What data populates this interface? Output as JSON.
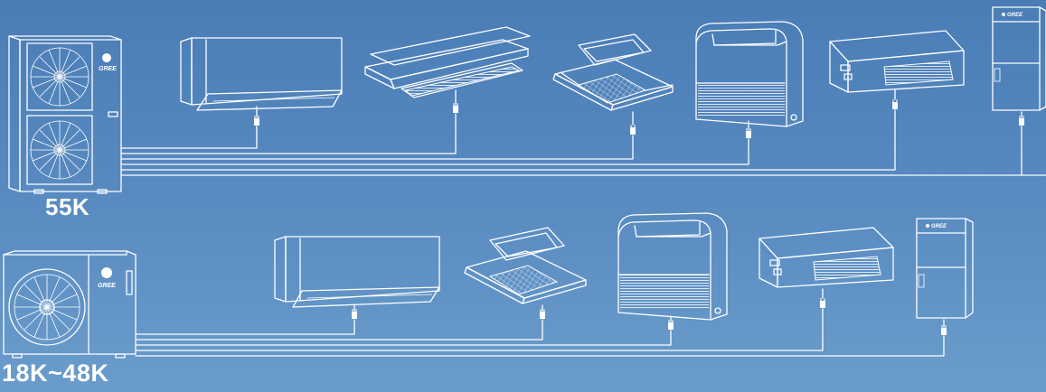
{
  "systems": [
    {
      "capacity_label": "55K",
      "outdoor_unit": {
        "type": "outdoor-unit-dual-fan",
        "brand": "GREE"
      },
      "indoor_units": [
        "wall-mounted",
        "one-way-cassette",
        "four-way-cassette",
        "floor-console",
        "ducted",
        "air-handler"
      ]
    },
    {
      "capacity_label": "18K~48K",
      "outdoor_unit": {
        "type": "outdoor-unit-single-fan",
        "brand": "GREE"
      },
      "indoor_units": [
        "wall-mounted",
        "four-way-cassette",
        "floor-console",
        "ducted",
        "air-handler"
      ]
    }
  ],
  "colors": {
    "background": "#4A7CB6",
    "lines": "#ffffff"
  }
}
